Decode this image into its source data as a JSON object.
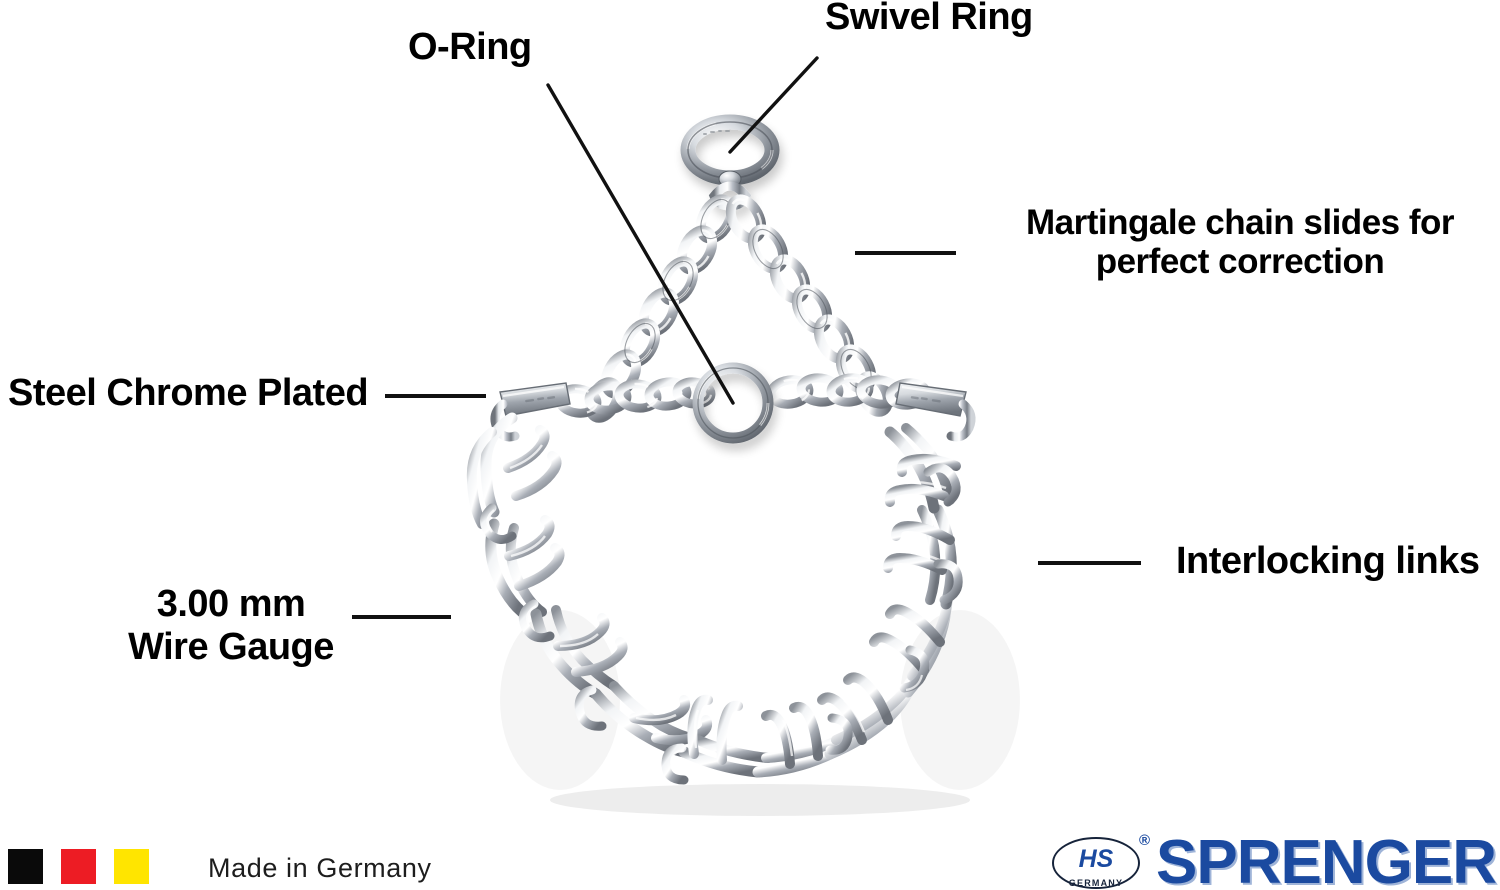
{
  "page": {
    "title": "HS Sprenger prong collar annotated product diagram",
    "background_color": "#ffffff"
  },
  "callouts": [
    {
      "id": "o-ring",
      "label": "O-Ring",
      "leader": "diagonal"
    },
    {
      "id": "swivel-ring",
      "label": "Swivel Ring",
      "leader": "diagonal"
    },
    {
      "id": "martingale",
      "label": "Martingale chain slides for\nperfect correction",
      "leader": "horizontal"
    },
    {
      "id": "steel",
      "label": "Steel Chrome Plated",
      "leader": "horizontal"
    },
    {
      "id": "wire-gauge",
      "label": "3.00 mm\nWire Gauge",
      "leader": "horizontal"
    },
    {
      "id": "interlocking",
      "label": "Interlocking links",
      "leader": "horizontal"
    }
  ],
  "product": {
    "name": "prong-collar",
    "metal_color": "#c9ccd1",
    "parts": [
      "swivel-ring",
      "martingale-chain",
      "o-ring",
      "connector-plate",
      "prong-links"
    ]
  },
  "footer": {
    "flag": {
      "name": "german-flag",
      "colors": [
        "#0a0a0a",
        "#ed1c24",
        "#ffe500"
      ]
    },
    "made_in": "Made in Germany",
    "brand": {
      "mark_initials": "HS",
      "mark_sub": "GERMANY",
      "registered_symbol": "®",
      "wordmark": "SPRENGER",
      "brand_color": "#1b4aa0"
    }
  }
}
